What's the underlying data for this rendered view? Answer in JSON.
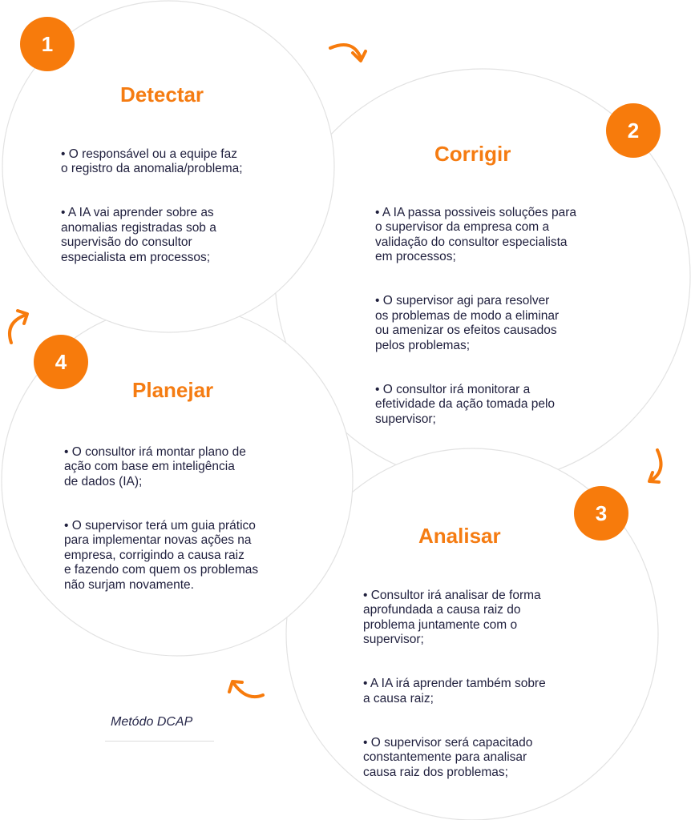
{
  "steps": [
    {
      "number": "1",
      "title": "Detectar",
      "bullets": [
        "• O responsável ou a equipe faz\no registro da anomalia/problema;",
        "• A IA vai aprender sobre as\nanomalias registradas sob a\nsupervisão do consultor\nespecialista em processos;"
      ]
    },
    {
      "number": "2",
      "title": "Corrigir",
      "bullets": [
        "• A IA passa possiveis soluções para\no supervisor da empresa com a\nvalidação do consultor especialista\nem processos;",
        "• O supervisor agi para resolver\n os problemas de modo a eliminar\nou amenizar os efeitos causados\npelos problemas;",
        "• O consultor irá monitorar a\nefetividade da ação tomada pelo\nsupervisor;"
      ]
    },
    {
      "number": "3",
      "title": "Analisar",
      "bullets": [
        "• Consultor irá analisar de forma\naprofundada a causa raiz do\nproblema juntamente com o\nsupervisor;",
        "• A IA irá aprender também sobre\na causa raiz;",
        "• O supervisor será capacitado\nconstantemente para analisar\ncausa raiz dos problemas;"
      ]
    },
    {
      "number": "4",
      "title": "Planejar",
      "bullets": [
        "• O consultor irá montar plano de\nação com base em inteligência\nde dados (IA);",
        "• O supervisor terá um guia prático\npara implementar novas ações na\nempresa, corrigindo a causa raiz\ne fazendo com quem os problemas\nnão surjam novamente."
      ]
    }
  ],
  "caption": "Metódo DCAP",
  "colors": {
    "accent": "#f77b0c",
    "text": "#1f1f3d",
    "circle_stroke": "#e2e2e2"
  }
}
